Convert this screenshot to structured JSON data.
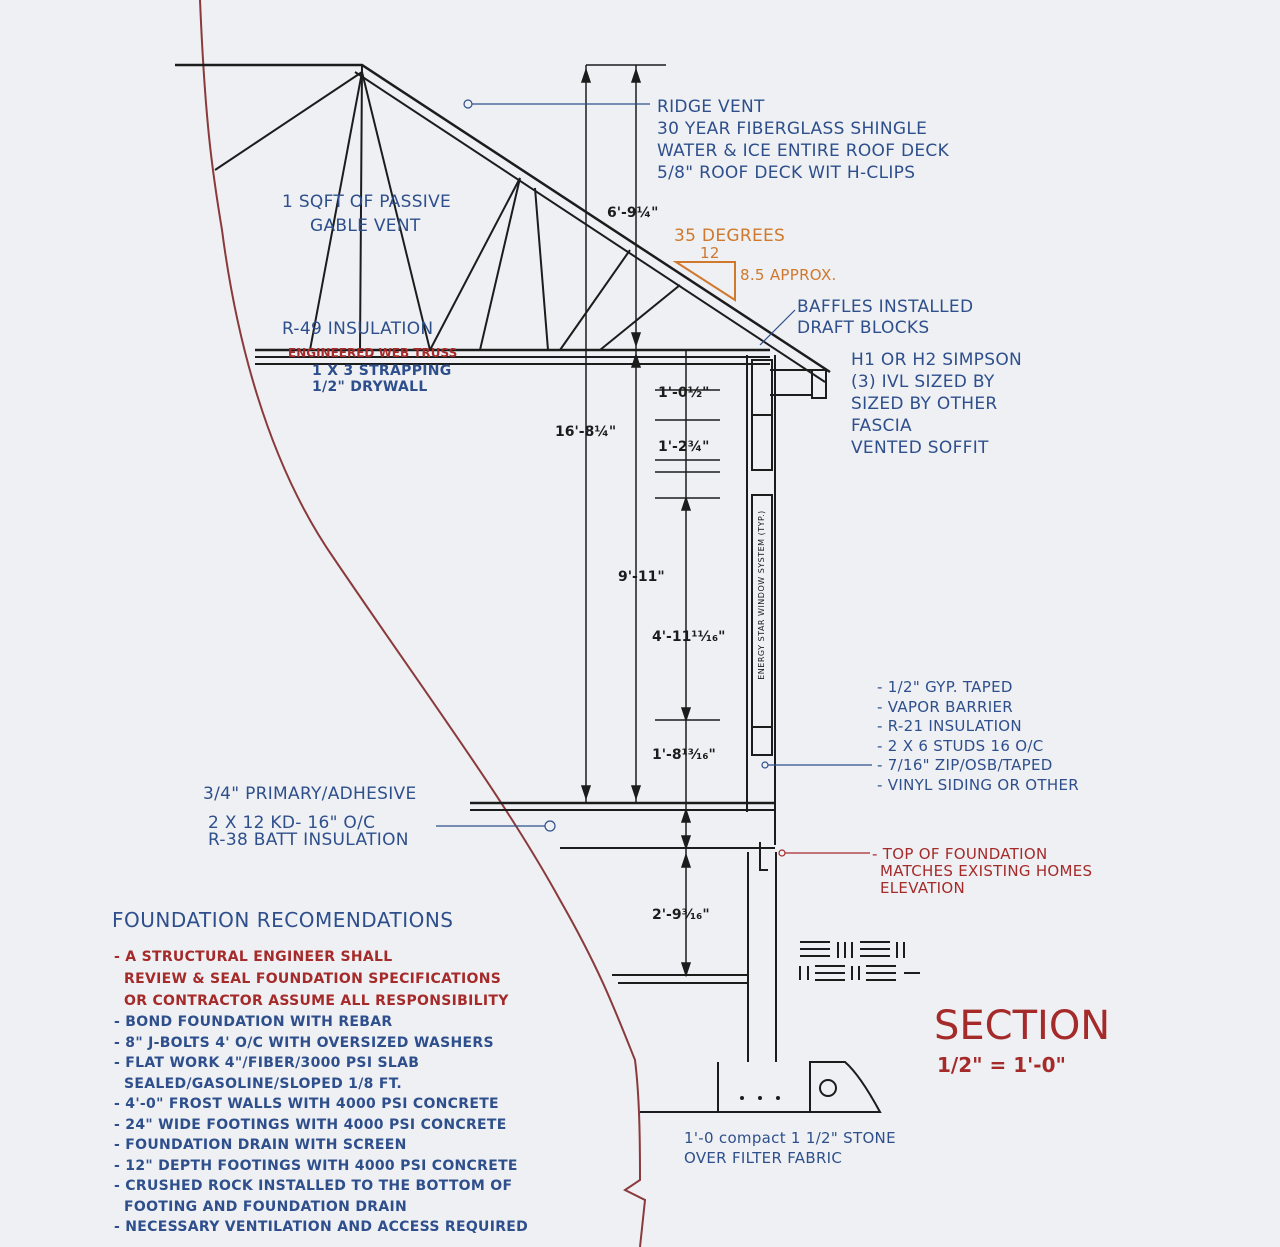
{
  "roof_notes": [
    "RIDGE VENT",
    "30 YEAR FIBERGLASS SHINGLE",
    "WATER & ICE ENTIRE ROOF DECK",
    "5/8\" ROOF DECK WIT H-CLIPS"
  ],
  "gable_vent": [
    "1 SQFT OF PASSIVE",
    "GABLE VENT"
  ],
  "pitch": {
    "degrees": "35 DEGREES",
    "run": "12",
    "rise": "8.5 APPROX."
  },
  "baffles": [
    "BAFFLES INSTALLED",
    "DRAFT BLOCKS"
  ],
  "ceiling": {
    "insulation": "R-49 INSULATION",
    "truss": "ENGINEERED WEB TRUSS",
    "strapping": "1 X 3 STRAPPING",
    "drywall": "1/2\" DRYWALL"
  },
  "eave_notes": [
    "H1 OR H2 SIMPSON",
    "(3) IVL SIZED BY",
    "SIZED BY OTHER",
    "FASCIA",
    "VENTED SOFFIT"
  ],
  "dimensions": {
    "roof_height": "6'-9¼\"",
    "overall_height": "16'-8¼\"",
    "wall_height": "9'-11\"",
    "header_a": "1'-0½\"",
    "header_b": "1'-2¾\"",
    "window_height": "4'-11¹¹⁄₁₆\"",
    "sill_height": "1'-8¹³⁄₁₆\"",
    "foundation_height": "2'-9³⁄₁₆\""
  },
  "window_label": "ENERGY STAR WINDOW SYSTEM (TYP.)",
  "wall_notes": [
    "- 1/2\" GYP. TAPED",
    "- VAPOR BARRIER",
    "- R-21 INSULATION",
    "- 2 X 6 STUDS 16 O/C",
    "- 7/16\" ZIP/OSB/TAPED",
    "- VINYL SIDING OR OTHER"
  ],
  "floor_notes": {
    "subfloor": "3/4\" PRIMARY/ADHESIVE",
    "joists": "2 X 12 KD- 16\" O/C",
    "insulation": "R-38 BATT INSULATION"
  },
  "foundation_top": [
    "- TOP OF FOUNDATION",
    "MATCHES EXISTING HOMES",
    "ELEVATION"
  ],
  "stone_note": [
    "1'-0 compact 1 1/2\" STONE",
    "OVER FILTER FABRIC"
  ],
  "title": {
    "main": "SECTION",
    "scale": "1/2\" = 1'-0\""
  },
  "foundation_recs": {
    "heading": "FOUNDATION RECOMENDATIONS",
    "engineer_notes": [
      "- A STRUCTURAL ENGINEER SHALL",
      "REVIEW & SEAL FOUNDATION SPECIFICATIONS",
      "OR CONTRACTOR ASSUME ALL RESPONSIBILITY"
    ],
    "items": [
      "- BOND FOUNDATION WITH REBAR",
      "- 8\" J-BOLTS 4' O/C WITH OVERSIZED WASHERS",
      "- FLAT WORK 4\"/FIBER/3000 PSI SLAB",
      "SEALED/GASOLINE/SLOPED 1/8 FT.",
      "- 4'-0\" FROST WALLS WITH 4000 PSI CONCRETE",
      "- 24\" WIDE FOOTINGS WITH 4000 PSI CONCRETE",
      "- FOUNDATION DRAIN WITH SCREEN",
      "- 12\" DEPTH FOOTINGS WITH 4000 PSI CONCRETE",
      "- CRUSHED ROCK INSTALLED TO THE BOTTOM OF",
      "FOOTING AND FOUNDATION DRAIN",
      "- NECESSARY VENTILATION AND ACCESS REQUIRED"
    ]
  },
  "colors": {
    "ink": "#1c1c1c",
    "blue_text": "#2e4f8c",
    "red_text": "#a52a2a",
    "orange_text": "#d0782c",
    "paper": "#eef0f3"
  }
}
